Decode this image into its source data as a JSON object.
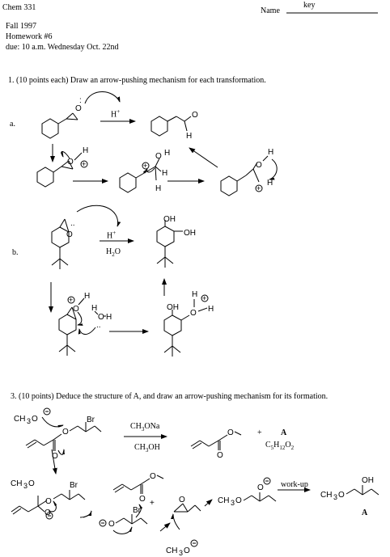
{
  "header": {
    "course": "Chem 331",
    "name_label": "Name",
    "name_value": "key",
    "term": "Fall  1997",
    "homework": "Homework #6",
    "due": "due:  10 a.m. Wednesday Oct. 22nd"
  },
  "problem1": {
    "prompt": "1. (10 points each) Draw an arrow-pushing mechanism for each transformation.",
    "part_a_label": "a.",
    "part_b_label": "b.",
    "reagent_a": "H+",
    "reagent_b_top": "H+",
    "reagent_b_bottom": "H2O"
  },
  "problem3": {
    "prompt": "3. (10 points)  Deduce the structure of A, and draw an arrow-pushing mechanism for its formation.",
    "reagent_top": "CH3ONa",
    "reagent_bottom": "CH3OH",
    "product_label": "A",
    "formula": "C5H12O2",
    "workup": "work-up",
    "final_label": "A",
    "methoxide": "CH3O",
    "methoxy": "CH3O"
  }
}
